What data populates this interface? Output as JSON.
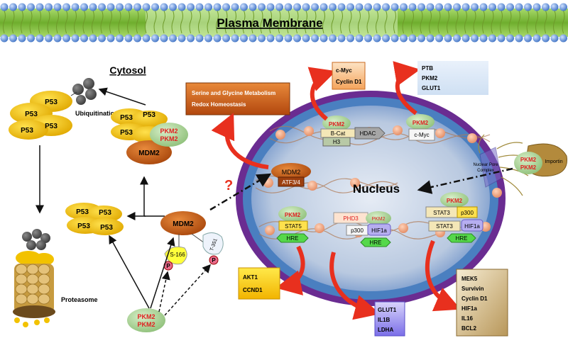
{
  "membrane": {
    "label": "Plasma Membrane"
  },
  "cytosol": {
    "label": "Cytosol"
  },
  "nucleus": {
    "label": "Nucleus"
  },
  "p53": {
    "label": "P53"
  },
  "labels": {
    "ubiquitination": "Ubiquitination",
    "proteasome": "Proteasome",
    "mdm2": "MDM2",
    "pkm2": "PKM2",
    "s166": "S-166",
    "t351": "T-351",
    "p": "P",
    "question": "?",
    "importin": "Importin",
    "nuclear_pore_line1": "Nuclear Pore",
    "nuclear_pore_line2": "Complex",
    "atf34": "ATF3/4",
    "bcat": "B-Cat",
    "h3": "H3",
    "hdac": "HDAC",
    "cmyc": "c-Myc",
    "stat5": "STAT5",
    "stat3": "STAT3",
    "hre": "HRE",
    "phd3": "PHD3",
    "p300": "p300",
    "hif1a": "HIF1a"
  },
  "boxes": {
    "metabolism": [
      "Serine and Glycine Metabolism",
      "Redox Homeostasis"
    ],
    "cmyc_targets": [
      "c-Myc",
      "Cyclin D1"
    ],
    "ptb_targets": [
      "PTB",
      "PKM2",
      "GLUT1"
    ],
    "akt_targets": [
      "AKT1",
      "CCND1"
    ],
    "glut_targets": [
      "GLUT1",
      "IL1B",
      "LDHA"
    ],
    "mek_targets": [
      "MEK5",
      "Survivin",
      "Cyclin D1",
      "HIF1a",
      "IL16",
      "BCL2"
    ]
  },
  "colors": {
    "membrane_green": "#8bc34a",
    "membrane_head": "#5b8fd1",
    "p53_yellow": "#f2c200",
    "mdm2_brown": "#c4601a",
    "pkm2_green": "#9ccc8a",
    "pkm2_red": "#e02020",
    "nucleus_outer": "#6a2c91",
    "nucleus_inner": "#4a7fc0",
    "arrow_red": "#e8301e"
  }
}
